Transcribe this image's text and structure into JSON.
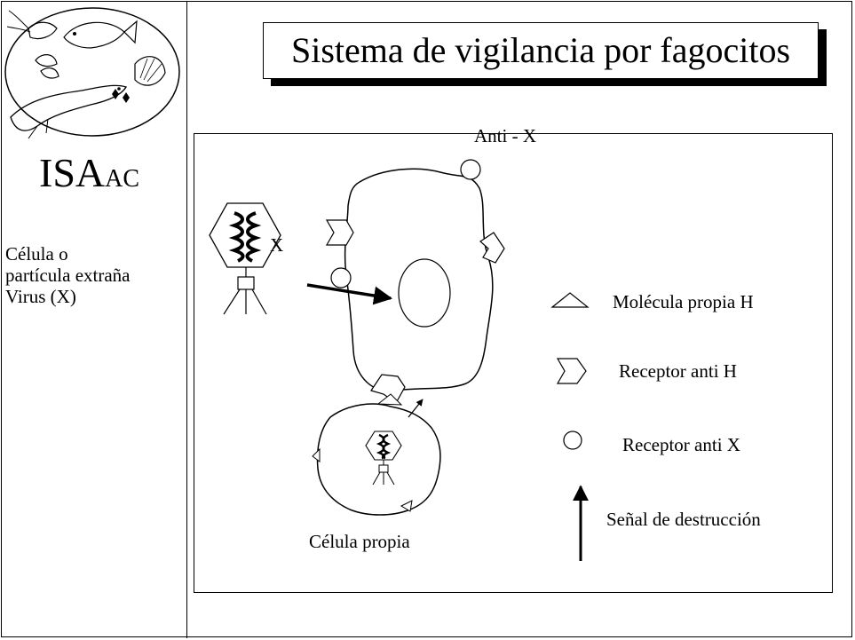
{
  "title": "Sistema de vigilancia por fagocitos",
  "brand": {
    "main": "ISA",
    "suffix": "AC"
  },
  "sidebar": {
    "lines": [
      "Célula  o",
      "partícula extraña",
      "Virus (X)"
    ]
  },
  "diagram": {
    "phagocyte_label": "Anti - X",
    "virus_label": "X",
    "own_cell_label": "Célula propia"
  },
  "legend": {
    "items": [
      {
        "symbol": "triangle",
        "label": "Molécula propia H"
      },
      {
        "symbol": "chevron",
        "label": "Receptor anti H"
      },
      {
        "symbol": "circle",
        "label": "Receptor anti X"
      },
      {
        "symbol": "arrow-up",
        "label": "Señal de destrucción"
      }
    ]
  }
}
